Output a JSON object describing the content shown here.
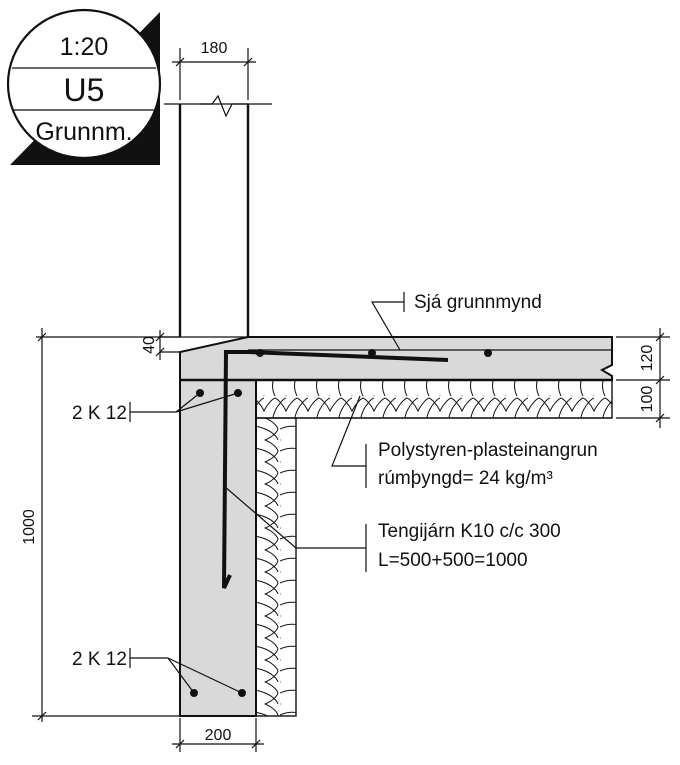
{
  "badge": {
    "scale": "1:20",
    "code": "U5",
    "sub": "Grunnm."
  },
  "dimensions": {
    "wall_thickness": "180",
    "slab_edge": "40",
    "slab_thickness": "120",
    "insulation_thickness": "100",
    "footing_height": "1000",
    "footing_width": "200"
  },
  "labels": {
    "see_plan": "Sjá grunnmynd",
    "rebar_top": "2 K 12",
    "rebar_bottom": "2 K 12",
    "insulation_line1": "Polystyren-plasteinangrun",
    "insulation_line2": "rúmþyngd= 24 kg/m³",
    "dowel_line1": "Tengijárn K10 c/c 300",
    "dowel_line2": "L=500+500=1000"
  }
}
